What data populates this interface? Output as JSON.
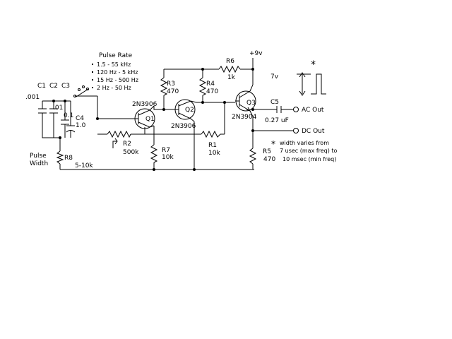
{
  "pulse_rate": {
    "title": "Pulse Rate",
    "ranges": [
      "1.5 - 55 kHz",
      "120 Hz - 5 kHz",
      "15 Hz - 500 Hz",
      "2 Hz - 50 Hz"
    ]
  },
  "capacitors": {
    "c1": {
      "name": "C1",
      "value": ".001"
    },
    "c2": {
      "name": "C2",
      "value": ".01"
    },
    "c3": {
      "name": "C3",
      "value": "0.1"
    },
    "c4": {
      "name": "C4",
      "value": "1.0"
    },
    "c5": {
      "name": "C5",
      "value": "0.27 uF"
    }
  },
  "resistors": {
    "r1": {
      "name": "R1",
      "value": "10k"
    },
    "r2": {
      "name": "R2",
      "value": "500k"
    },
    "r3": {
      "name": "R3",
      "value": "470"
    },
    "r4": {
      "name": "R4",
      "value": "470"
    },
    "r5": {
      "name": "R5",
      "value": "470"
    },
    "r6": {
      "name": "R6",
      "value": "1k"
    },
    "r7": {
      "name": "R7",
      "value": "10k"
    },
    "r8": {
      "name": "R8",
      "value": "5-10k"
    }
  },
  "transistors": {
    "q1": {
      "name": "Q1",
      "type": "2N3906"
    },
    "q2": {
      "name": "Q2",
      "type": "2N3906"
    },
    "q3": {
      "name": "Q3",
      "type": "2N3904"
    }
  },
  "labels": {
    "supply": "+9v",
    "ac_out": "AC Out",
    "dc_out": "DC Out",
    "pulse_width_1": "Pulse",
    "pulse_width_2": "Width",
    "amplitude": "7v",
    "asterisk": "*",
    "note_1": "width varies from",
    "note_2": "7 usec (max freq) to",
    "note_3": "10 msec (min freq)"
  }
}
